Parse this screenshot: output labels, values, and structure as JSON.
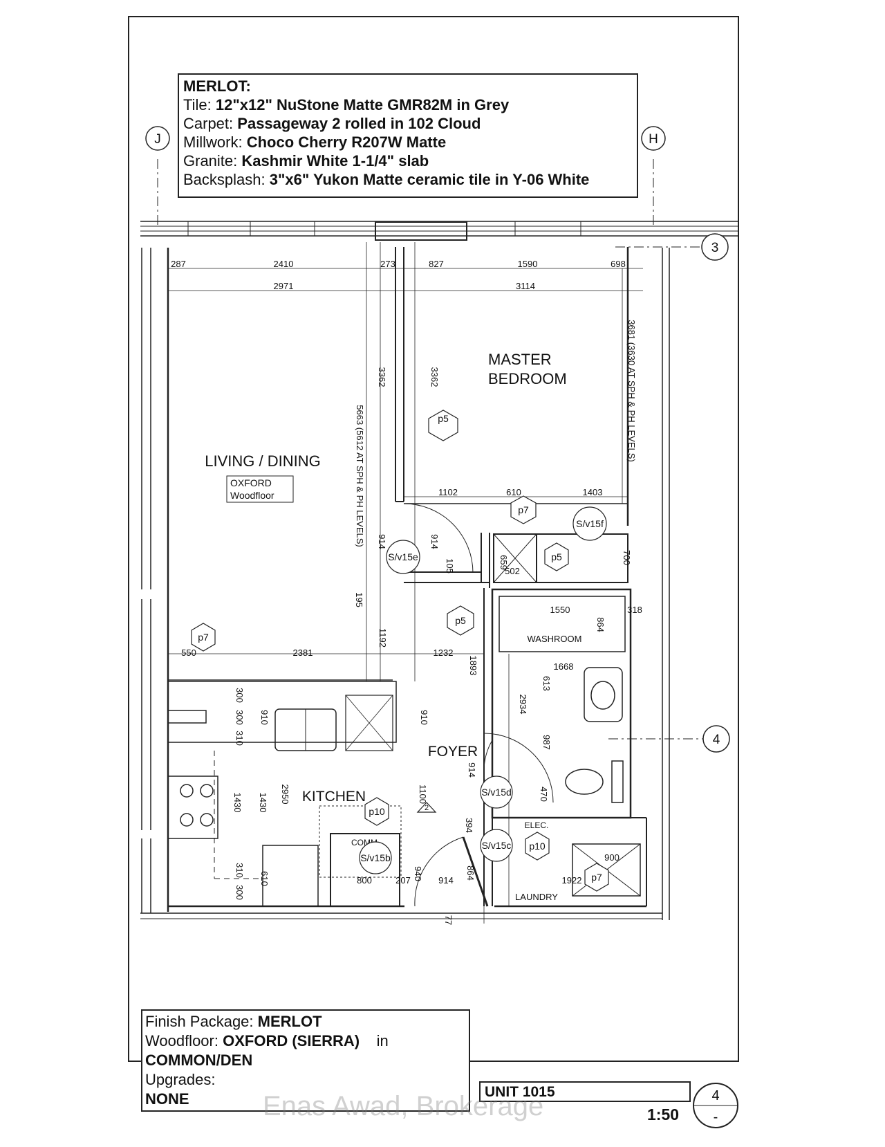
{
  "spec": {
    "title": "MERLOT:",
    "tile_label": "Tile:",
    "tile_value": "12\"x12\" NuStone Matte GMR82M in Grey",
    "carpet_label": "Carpet:",
    "carpet_value": "Passageway 2 rolled in 102 Cloud",
    "millwork_label": "Millwork:",
    "millwork_value": "Choco Cherry R207W Matte",
    "granite_label": "Granite:",
    "granite_value": "Kashmir White 1-1/4\" slab",
    "backsplash_label": "Backsplash:",
    "backsplash_value": "3\"x6\" Yukon Matte ceramic tile in Y-06 White"
  },
  "grid": {
    "j": "J",
    "h": "H",
    "three": "3",
    "four": "4"
  },
  "rooms": {
    "living": "LIVING / DINING",
    "floor_1": "OXFORD",
    "floor_2": "Woodfloor",
    "master_1": "MASTER",
    "master_2": "BEDROOM",
    "washroom": "WASHROOM",
    "foyer": "FOYER",
    "kitchen": "KITCHEN",
    "laundry": "LAUNDRY",
    "elec": "ELEC.",
    "comm": "COMM"
  },
  "tags": {
    "p5_bed": "p5",
    "p7_bed": "p7",
    "p5_closet": "p5",
    "p5_hall": "p5",
    "p7_living": "p7",
    "p10_kit": "p10",
    "p10_lau": "p10",
    "p7_lau": "p7",
    "sv15e": "S/v15e",
    "sv15f": "S/v15f",
    "sv15d": "S/v15d",
    "sv15c": "S/v15c",
    "sv15b": "S/v15b",
    "tri": "2"
  },
  "dims": {
    "d287": "287",
    "d2410": "2410",
    "d273": "273",
    "d827": "827",
    "d1590": "1590",
    "d698": "698",
    "d2971": "2971",
    "d3114": "3114",
    "d3362a": "3362",
    "d3362b": "3362",
    "d5663": "5663 (5612 AT SPH & PH LEVELS)",
    "d3681": "3681 (3630 AT SPH & PH LEVELS)",
    "d1102": "1102",
    "d610": "610",
    "d1403": "1403",
    "d914a": "914",
    "d914b": "914",
    "d105": "105",
    "d659": "659",
    "d502": "502",
    "d700": "700",
    "d195": "195",
    "d1550": "1550",
    "d318": "318",
    "d864a": "864",
    "d1192": "1192",
    "d550": "550",
    "d2381": "2381",
    "d1232": "1232",
    "d1893": "1893",
    "d1668": "1668",
    "d613": "613",
    "d2934": "2934",
    "d300a": "300",
    "d910a": "910",
    "d910b": "910",
    "d300b": "300",
    "d310a": "310",
    "d987": "987",
    "d914c": "914",
    "d2950": "2950",
    "d1100": "1100",
    "d470": "470",
    "d1430a": "1430",
    "d1430b": "1430",
    "d394": "394",
    "d900": "900",
    "d310b": "310",
    "d610b": "610",
    "d300c": "300",
    "d800": "800",
    "d207": "207",
    "d940": "940",
    "d914d": "914",
    "d864b": "864",
    "d1922": "1922",
    "d77": "77"
  },
  "finish": {
    "line1_label": "Finish Package:",
    "line1_value": "MERLOT",
    "line2_label": "Woodfloor:",
    "line2_value": "OXFORD (SIERRA)",
    "line2_suffix": "in",
    "line3": "COMMON/DEN",
    "line4": "Upgrades:",
    "line5": "NONE"
  },
  "unit": "UNIT 1015",
  "scale": "1:50",
  "sheet_number": "4",
  "sheet_suffix": "-",
  "watermark": "Enas Awad, Brokerage"
}
